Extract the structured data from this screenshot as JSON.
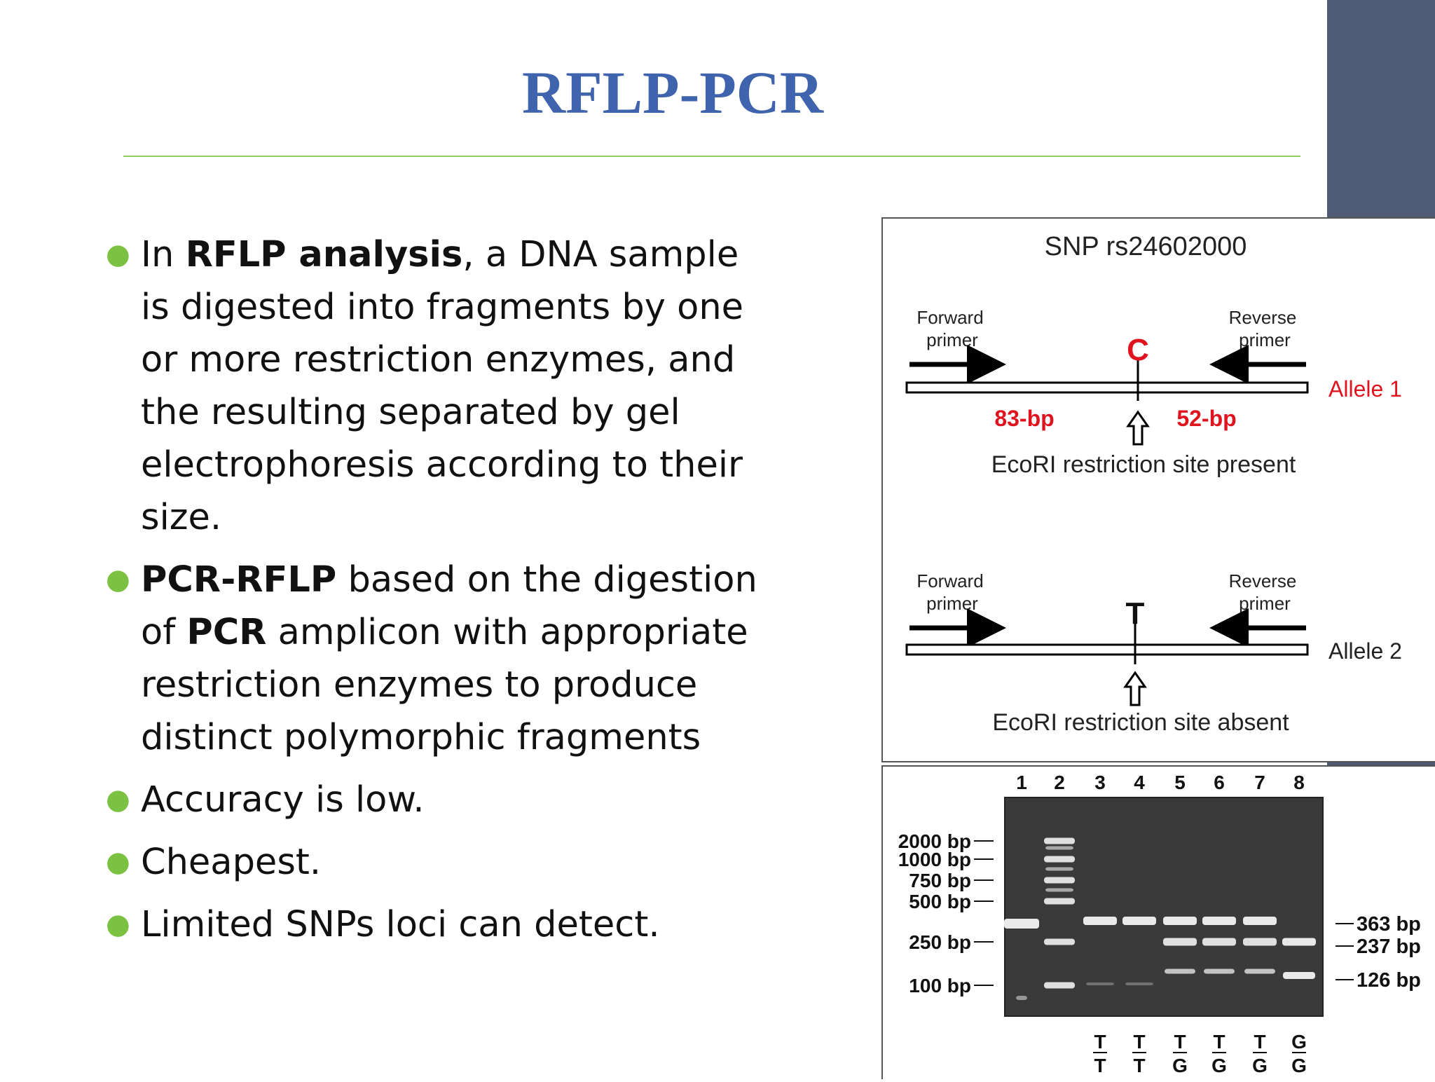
{
  "slide": {
    "title": "RFLP-PCR",
    "colors": {
      "title": "#3f63ad",
      "bullet": "#7cc242",
      "rule": "#8fd05a",
      "side_band": "#4f5a74",
      "allele_red": "#e0141e"
    }
  },
  "bullets": [
    {
      "parts": [
        "In ",
        "RFLP analysis",
        ", a DNA sample is digested into fragments by one or more restriction enzymes, and the resulting separated by gel electrophoresis according to their size."
      ]
    },
    {
      "parts": [
        "PCR-RFLP",
        " based on the digestion of ",
        "PCR",
        " amplicon with appropriate restriction enzymes to produce distinct polymorphic fragments"
      ]
    },
    {
      "text": "Accuracy is low."
    },
    {
      "text": "Cheapest."
    },
    {
      "text": "Limited SNPs loci can detect."
    }
  ],
  "diagram": {
    "snp_title": "SNP rs24602000",
    "allele1": {
      "forward": [
        "Forward",
        "primer"
      ],
      "reverse": [
        "Reverse",
        "primer"
      ],
      "base": "C",
      "label": "Allele 1",
      "frag_left": "83-bp",
      "frag_right": "52-bp",
      "site": "EcoRI restriction site present"
    },
    "allele2": {
      "forward": [
        "Forward",
        "primer"
      ],
      "reverse": [
        "Reverse",
        "primer"
      ],
      "base": "T",
      "label": "Allele 2",
      "site": "EcoRI restriction site absent"
    }
  },
  "gel": {
    "lanes": [
      "1",
      "2",
      "3",
      "4",
      "5",
      "6",
      "7",
      "8"
    ],
    "ladder_labels": [
      "2000 bp",
      "1000 bp",
      "750 bp",
      "500 bp",
      "250 bp",
      "100 bp"
    ],
    "right_labels": [
      "363 bp",
      "237 bp",
      "126 bp"
    ],
    "genotypes": [
      {
        "top": "T",
        "bottom": "T"
      },
      {
        "top": "T",
        "bottom": "T"
      },
      {
        "top": "T",
        "bottom": "G"
      },
      {
        "top": "T",
        "bottom": "G"
      },
      {
        "top": "T",
        "bottom": "G"
      },
      {
        "top": "G",
        "bottom": "G"
      }
    ]
  }
}
